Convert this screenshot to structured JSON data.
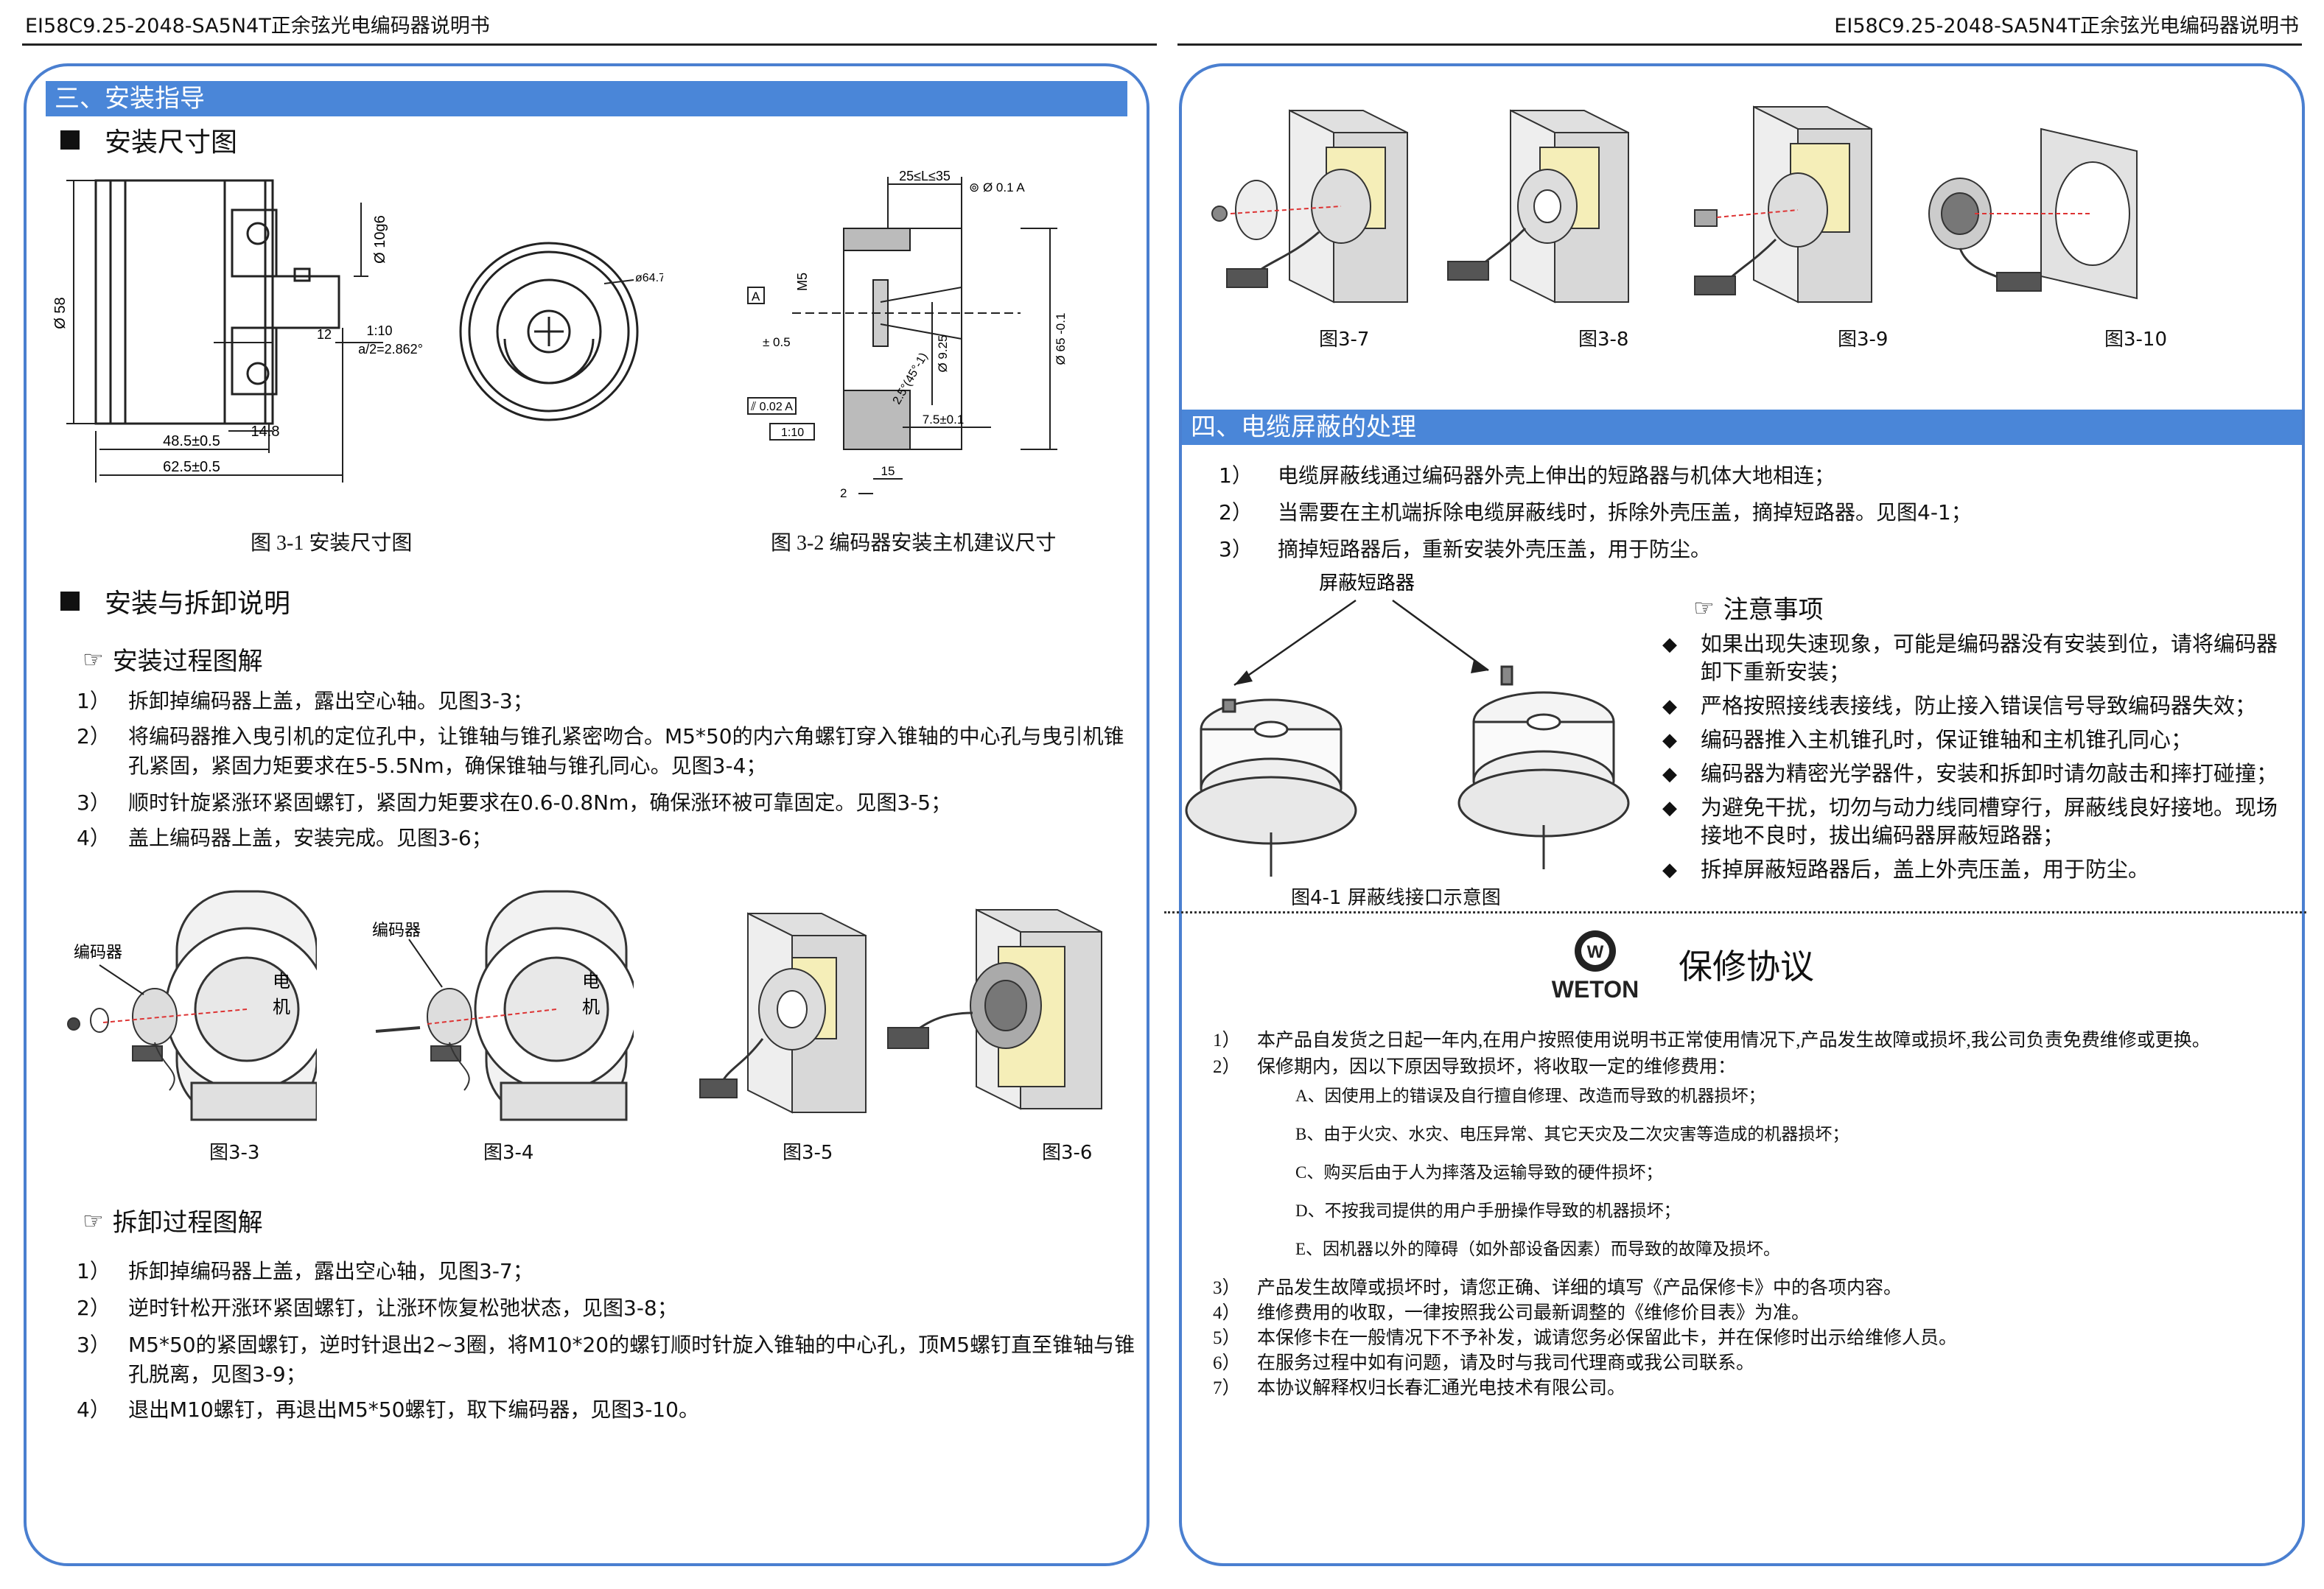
{
  "header": {
    "left": "EI58C9.25-2048-SA5N4T正余弦光电编码器说明书",
    "right": "EI58C9.25-2048-SA5N4T正余弦光电编码器说明书"
  },
  "left": {
    "section_title": "三、安装指导",
    "dims_heading": "安装尺寸图",
    "fig31_caption": "图 3-1 安装尺寸图",
    "fig32_caption": "图 3-2 编码器安装主机建议尺寸",
    "fig31_labels": {
      "dia58": "Ø 58",
      "shaft": "Ø 10g6",
      "l12": "12",
      "taper": "1:10",
      "angle": "a/2=2.862°",
      "l148": "14.8",
      "l485": "48.5±0.5",
      "l625": "62.5±0.5",
      "d647": "ø64.7"
    },
    "fig32_labels": {
      "len": "25≤L≤35",
      "tol1": "⊚ Ø 0.1  A",
      "m5": "M5",
      "datum": "A",
      "pm": "± 0.5",
      "d925": "Ø 9.25",
      "d65": "Ø 65 -0.1",
      "ang": "2.5°(45°-1)",
      "tol2": "⫽ 0.02 A",
      "taper": "1:10",
      "l75": "7.5±0.1",
      "l15": "15",
      "l2": "2"
    },
    "install_heading": "安装与拆卸说明",
    "install_proc_heading": "安装过程图解",
    "install_steps": [
      {
        "num": "1）",
        "text": "拆卸掉编码器上盖，露出空心轴。见图3-3；"
      },
      {
        "num": "2）",
        "text": "将编码器推入曳引机的定位孔中，让锥轴与锥孔紧密吻合。M5*50的内六角螺钉穿入锥轴的中心孔与曳引机锥孔紧固，紧固力矩要求在5-5.5Nm，确保锥轴与锥孔同心。见图3-4；"
      },
      {
        "num": "3）",
        "text": "顺时针旋紧涨环紧固螺钉，紧固力矩要求在0.6-0.8Nm，确保涨环被可靠固定。见图3-5；"
      },
      {
        "num": "4）",
        "text": "盖上编码器上盖，安装完成。见图3-6；"
      }
    ],
    "fig_labels": {
      "encoder": "编码器",
      "motor1": "电",
      "motor2": "机"
    },
    "install_figs": [
      "图3-3",
      "图3-4",
      "图3-5",
      "图3-6"
    ],
    "remove_proc_heading": "拆卸过程图解",
    "remove_steps": [
      {
        "num": "1）",
        "text": "拆卸掉编码器上盖，露出空心轴，见图3-7；"
      },
      {
        "num": "2）",
        "text": "逆时针松开涨环紧固螺钉，让涨环恢复松弛状态，见图3-8；"
      },
      {
        "num": "3）",
        "text": "M5*50的紧固螺钉，逆时针退出2~3圈，将M10*20的螺钉顺时针旋入锥轴的中心孔，顶M5螺钉直至锥轴与锥孔脱离，见图3-9；"
      },
      {
        "num": "4）",
        "text": "退出M10螺钉，再退出M5*50螺钉，取下编码器，见图3-10。"
      }
    ]
  },
  "right": {
    "remove_figs": [
      "图3-7",
      "图3-8",
      "图3-9",
      "图3-10"
    ],
    "section_title": "四、电缆屏蔽的处理",
    "cable_steps": [
      {
        "num": "1）",
        "text": "电缆屏蔽线通过编码器外壳上伸出的短路器与机体大地相连；"
      },
      {
        "num": "2）",
        "text": "当需要在主机端拆除电缆屏蔽线时，拆除外壳压盖，摘掉短路器。见图4-1；"
      },
      {
        "num": "3）",
        "text": "摘掉短路器后，重新安装外壳压盖，用于防尘。"
      }
    ],
    "shield_label": "屏蔽短路器",
    "fig41_caption": "图4-1 屏蔽线接口示意图",
    "notes_heading": "注意事项",
    "notes": [
      "如果出现失速现象，可能是编码器没有安装到位，请将编码器卸下重新安装；",
      "严格按照接线表接线，防止接入错误信号导致编码器失效；",
      "编码器推入主机锥孔时，保证锥轴和主机锥孔同心；",
      "编码器为精密光学器件，安装和拆卸时请勿敲击和摔打碰撞；",
      "为避免干扰，切勿与动力线同槽穿行，屏蔽线良好接地。现场接地不良时，拔出编码器屏蔽短路器；",
      "拆掉屏蔽短路器后，盖上外壳压盖，用于防尘。"
    ],
    "logo_text": "WETON",
    "warranty_title": "保修协议",
    "warranty_items_a": [
      {
        "num": "1）",
        "text": "本产品自发货之日起一年内,在用户按照使用说明书正常使用情况下,产品发生故障或损坏,我公司负责免费维修或更换。"
      },
      {
        "num": "2）",
        "text": "保修期内，因以下原因导致损坏，将收取一定的维修费用："
      }
    ],
    "warranty_sub": [
      "A、因使用上的错误及自行擅自修理、改造而导致的机器损坏；",
      "B、由于火灾、水灾、电压异常、其它天灾及二次灾害等造成的机器损坏；",
      "C、购买后由于人为摔落及运输导致的硬件损坏；",
      "D、不按我司提供的用户手册操作导致的机器损坏；",
      "E、因机器以外的障碍（如外部设备因素）而导致的故障及损坏。"
    ],
    "warranty_items_b": [
      {
        "num": "3）",
        "text": "产品发生故障或损坏时，请您正确、详细的填写《产品保修卡》中的各项内容。"
      },
      {
        "num": "4）",
        "text": "维修费用的收取，一律按照我公司最新调整的《维修价目表》为准。"
      },
      {
        "num": "5）",
        "text": "本保修卡在一般情况下不予补发，诚请您务必保留此卡，并在保修时出示给维修人员。"
      },
      {
        "num": "6）",
        "text": "在服务过程中如有问题，请及时与我司代理商或我公司联系。"
      },
      {
        "num": "7）",
        "text": "本协议解释权归长春汇通光电技术有限公司。"
      }
    ]
  },
  "colors": {
    "accent": "#4a86d8",
    "border": "#4a7fd0",
    "header_rule": "#222222",
    "block_yellow": "#f5eeb8",
    "block_gray": "#e2e2e2"
  },
  "icons": {
    "hand": "pointing-hand-icon",
    "bullet": "diamond-bullet-icon",
    "square": "square-bullet-icon"
  }
}
